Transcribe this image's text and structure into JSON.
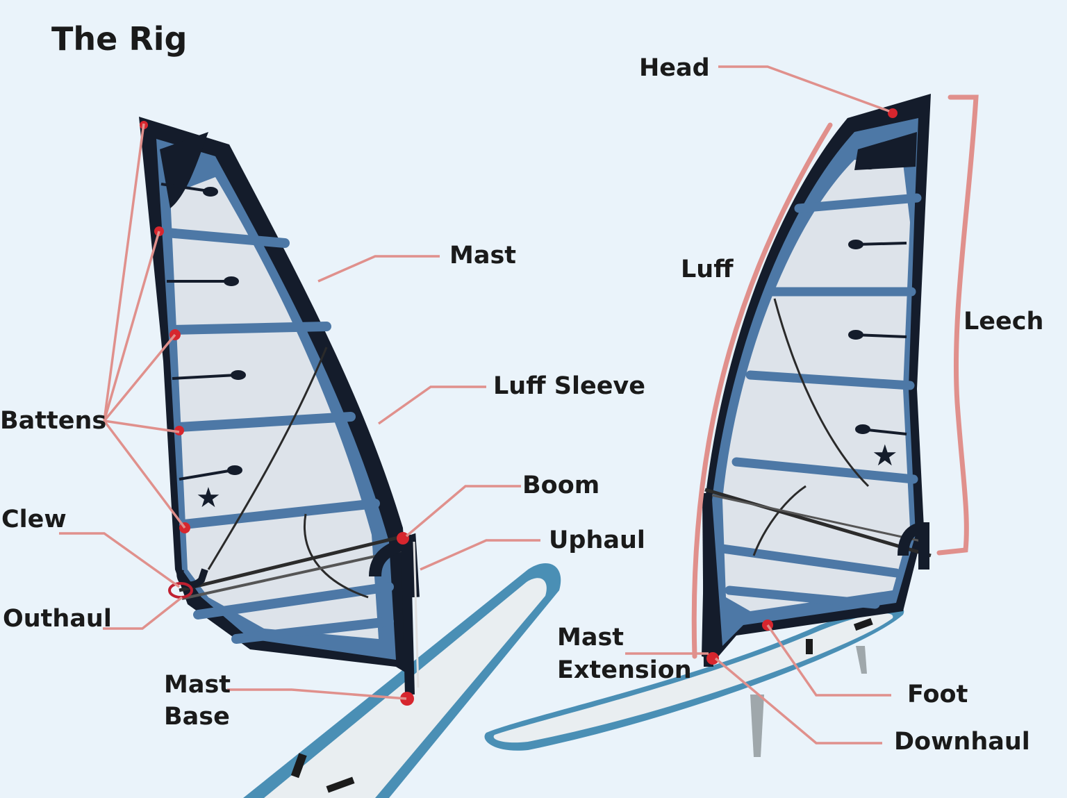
{
  "title": "The Rig",
  "labels": {
    "head": "Head",
    "mast": "Mast",
    "luff": "Luff",
    "leech": "Leech",
    "luff_sleeve": "Luff Sleeve",
    "battens": "Battens",
    "boom": "Boom",
    "uphaul": "Uphaul",
    "clew": "Clew",
    "outhaul": "Outhaul",
    "mast_extension_1": "Mast",
    "mast_extension_2": "Extension",
    "mast_base_1": "Mast",
    "mast_base_2": "Base",
    "foot": "Foot",
    "downhaul": "Downhaul"
  },
  "colors": {
    "background": "#eaf3fa",
    "leader": "#e0908c",
    "sail_panel": "#dde3ea",
    "batten": "#4d78a6",
    "frame": "#141c2b",
    "board_edge": "#4a8fb5",
    "board_deck": "#e9eef1",
    "marker": "#d6262e"
  }
}
